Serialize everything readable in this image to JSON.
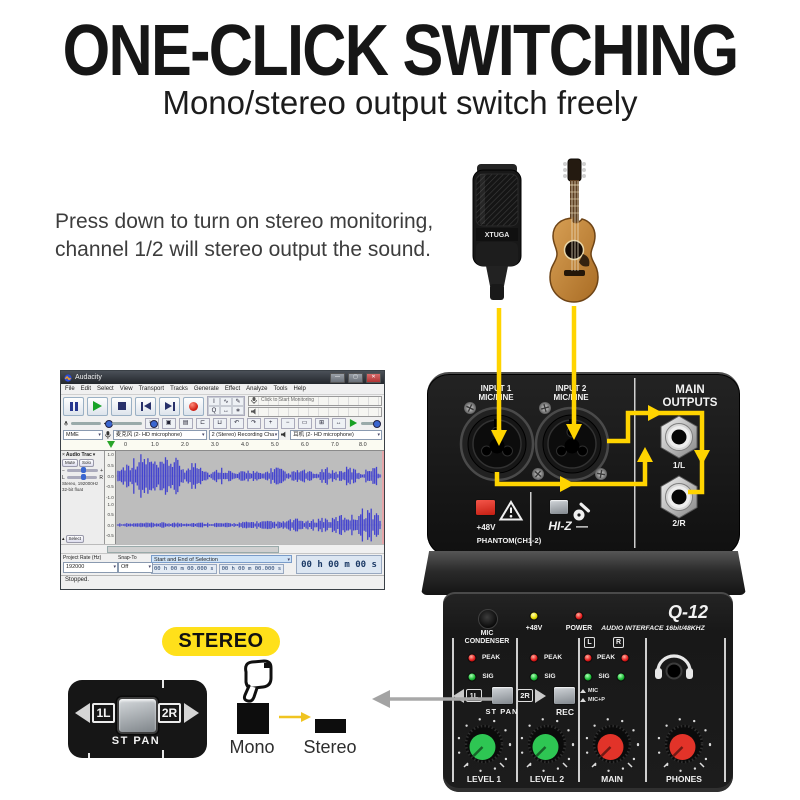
{
  "page": {
    "title": "ONE-CLICK SWITCHING",
    "subtitle": "Mono/stereo output switch freely",
    "description": [
      "Press down to turn on stereo monitoring,",
      "channel 1/2 will stereo output the sound."
    ]
  },
  "colors": {
    "arrow_yellow": "#FFD400",
    "badge_yellow": "#FFE01A",
    "device_black": "#1B1B1B",
    "phantom_button_red": "#DD2A1B",
    "hiz_button_gray": "#A9AEB2",
    "led_red": "#E51E1E",
    "led_green": "#1FBF3A",
    "led_yellow": "#E8DC00",
    "knob_green": "#2EC653",
    "knob_red": "#E23329",
    "waveform_blue": "#4343CF",
    "callout_arrow_gray": "#A3A3A3"
  },
  "instruments": {
    "mic_brand": "XTUGA"
  },
  "audacity": {
    "window_title": "Audacity",
    "menu_items": [
      "File",
      "Edit",
      "Select",
      "View",
      "Transport",
      "Tracks",
      "Generate",
      "Effect",
      "Analyze",
      "Tools",
      "Help"
    ],
    "monitor_hint": "Click to Start Monitoring",
    "host_select": "MME",
    "input_device": "麦克风 (2- HD microphone)",
    "record_channels": "2 (Stereo) Recording Cha",
    "output_device": "耳机 (2- HD microphone)",
    "timeline_ticks": [
      "0",
      "1.0",
      "2.0",
      "3.0",
      "4.0",
      "5.0",
      "6.0",
      "7.0",
      "8.0"
    ],
    "track": {
      "close": "×",
      "name": "Audio Trac",
      "mute": "Mute",
      "solo": "Solo",
      "info_line1": "Stereo, 192000Hz",
      "info_line2": "32-bit float",
      "select_button": "Select",
      "amp_scale": [
        "1.0",
        "0.5",
        "0.0",
        "-0.5",
        "-1.0"
      ]
    },
    "selection_bar": {
      "project_rate_label": "Project Rate (Hz)",
      "project_rate_value": "192000",
      "snap_label": "Snap-To",
      "snap_value": "Off",
      "selection_mode": "Start and End of Selection",
      "selection_start": "00 h 00 m 00.000 s",
      "selection_end": "00 h 00 m 00.000 s",
      "audio_position": "00 h 00 m 00 s"
    },
    "status": "Stopped."
  },
  "mixer": {
    "model": "Q-12",
    "rear": {
      "input1_line1": "INPUT 1",
      "input1_line2": "MIC/LINE",
      "input2_line1": "INPUT 2",
      "input2_line2": "MIC/LINE",
      "outputs_line1": "MAIN",
      "outputs_line2": "OUTPUTS",
      "out_left": "1/L",
      "out_right": "2/R",
      "phantom_button": "+48V",
      "phantom_label": "PHANTOM(CH1-2)",
      "hiz_label": "HI-Z",
      "hiz_dash": "—"
    },
    "front": {
      "mic_line1": "MIC",
      "mic_line2": "CONDENSER",
      "phantom_led_label": "+48V",
      "power_led_label": "POWER",
      "spec_label": "AUDIO INTERFACE 16bit/48KHZ",
      "peak_label": "PEAK",
      "sig_label": "SIG",
      "left_label": "L",
      "right_label": "R",
      "stpan_1l": "1L",
      "stpan_2r": "2R",
      "stpan_label": "ST PAN",
      "rec_label": "REC",
      "rec_mode1": "MIC",
      "rec_mode2": "MIC+P",
      "knob_labels": [
        "LEVEL 1",
        "LEVEL 2",
        "MAIN",
        "PHONES"
      ]
    }
  },
  "callout": {
    "badge": "STEREO",
    "stpan_1l": "1L",
    "stpan_2r": "2R",
    "stpan_label": "ST PAN",
    "mono_label": "Mono",
    "stereo_label": "Stereo"
  }
}
